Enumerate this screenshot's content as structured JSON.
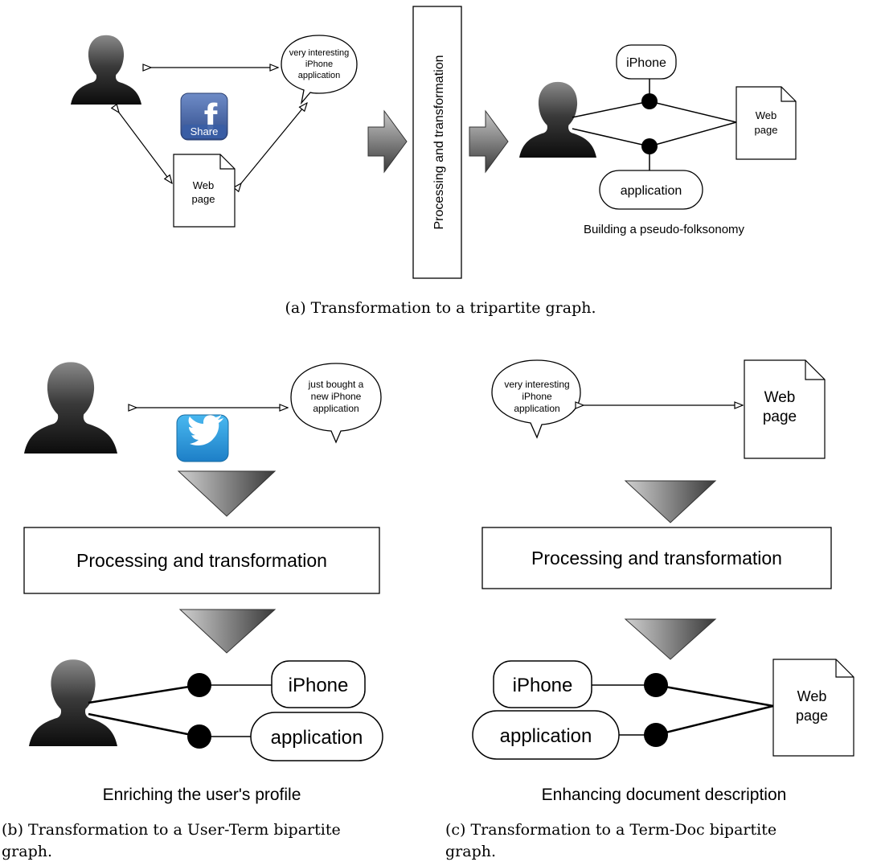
{
  "panel_a": {
    "bubble": [
      "very interesting",
      "iPhone",
      "application"
    ],
    "doc": [
      "Web",
      "page"
    ],
    "share_icon_label": "Share",
    "process_label": "Processing and transformation",
    "tag_iphone": "iPhone",
    "tag_application": "application",
    "result_doc": [
      "Web",
      "page"
    ],
    "result_caption": "Building a pseudo-folksonomy",
    "caption": "(a) Transformation to a tripartite graph."
  },
  "panel_b": {
    "bubble": [
      "just bought a",
      "new iPhone",
      "application"
    ],
    "process_label": "Processing and transformation",
    "tag_iphone": "iPhone",
    "tag_application": "application",
    "result_caption": "Enriching the user's profile",
    "caption_line1": "(b) Transformation to a User-Term bipartite",
    "caption_line2": "graph."
  },
  "panel_c": {
    "bubble": [
      "very interesting",
      "iPhone",
      "application"
    ],
    "doc": [
      "Web",
      "page"
    ],
    "process_label": "Processing and transformation",
    "tag_iphone": "iPhone",
    "tag_application": "application",
    "result_doc": [
      "Web",
      "page"
    ],
    "result_caption": "Enhancing document description",
    "caption_line1": "(c) Transformation to a Term-Doc bipartite",
    "caption_line2": "graph."
  },
  "icons": {
    "user": "user-silhouette-icon",
    "facebook": "facebook-share-icon",
    "twitter": "twitter-bird-icon"
  }
}
